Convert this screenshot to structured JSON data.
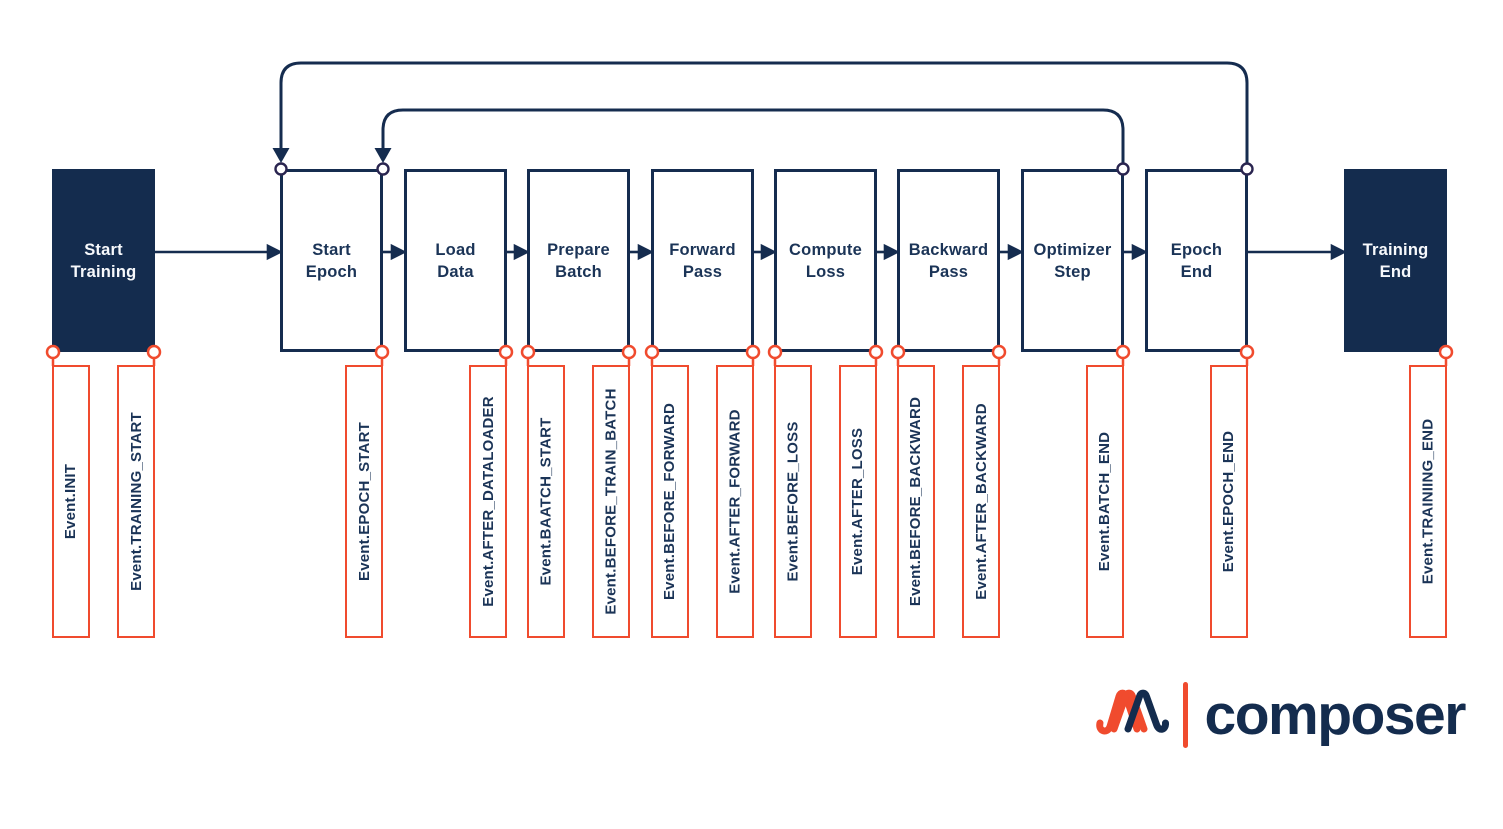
{
  "diagram": {
    "nodes": [
      {
        "id": "start-training",
        "line1": "Start",
        "line2": "Training",
        "filled": true
      },
      {
        "id": "start-epoch",
        "line1": "Start",
        "line2": "Epoch",
        "filled": false
      },
      {
        "id": "load-data",
        "line1": "Load",
        "line2": "Data",
        "filled": false
      },
      {
        "id": "prepare-batch",
        "line1": "Prepare",
        "line2": "Batch",
        "filled": false
      },
      {
        "id": "forward-pass",
        "line1": "Forward",
        "line2": "Pass",
        "filled": false
      },
      {
        "id": "compute-loss",
        "line1": "Compute",
        "line2": "Loss",
        "filled": false
      },
      {
        "id": "backward-pass",
        "line1": "Backward",
        "line2": "Pass",
        "filled": false
      },
      {
        "id": "optimizer-step",
        "line1": "Optimizer",
        "line2": "Step",
        "filled": false
      },
      {
        "id": "epoch-end",
        "line1": "Epoch",
        "line2": "End",
        "filled": false
      },
      {
        "id": "training-end",
        "line1": "Training",
        "line2": "End",
        "filled": true
      }
    ],
    "events": [
      {
        "name": "Event.INIT",
        "attached_to": "start-training"
      },
      {
        "name": "Event.TRAINING_START",
        "attached_to": "start-training"
      },
      {
        "name": "Event.EPOCH_START",
        "attached_to": "start-epoch"
      },
      {
        "name": "Event.AFTER_DATALOADER",
        "attached_to": "load-data"
      },
      {
        "name": "Event.BAATCH_START",
        "attached_to": "prepare-batch"
      },
      {
        "name": "Event.BEFORE_TRAIN_BATCH",
        "attached_to": "prepare-batch"
      },
      {
        "name": "Event.BEFORE_FORWARD",
        "attached_to": "forward-pass"
      },
      {
        "name": "Event.AFTER_FORWARD",
        "attached_to": "forward-pass"
      },
      {
        "name": "Event.BEFORE_LOSS",
        "attached_to": "compute-loss"
      },
      {
        "name": "Event.AFTER_LOSS",
        "attached_to": "compute-loss"
      },
      {
        "name": "Event.BEFORE_BACKWARD",
        "attached_to": "backward-pass"
      },
      {
        "name": "Event.AFTER_BACKWARD",
        "attached_to": "backward-pass"
      },
      {
        "name": "Event.BATCH_END",
        "attached_to": "optimizer-step"
      },
      {
        "name": "Event.EPOCH_END",
        "attached_to": "epoch-end"
      },
      {
        "name": "Event.TRAINIING_END",
        "attached_to": "training-end"
      }
    ],
    "loops": [
      {
        "from": "epoch-end",
        "to": "start-epoch"
      },
      {
        "from": "optimizer-step",
        "to": "start-epoch"
      }
    ]
  },
  "logo": {
    "wordmark": "composer"
  },
  "colors": {
    "navy": "#142C4E",
    "red": "#F04B2E",
    "background": "#FFFFFF"
  }
}
